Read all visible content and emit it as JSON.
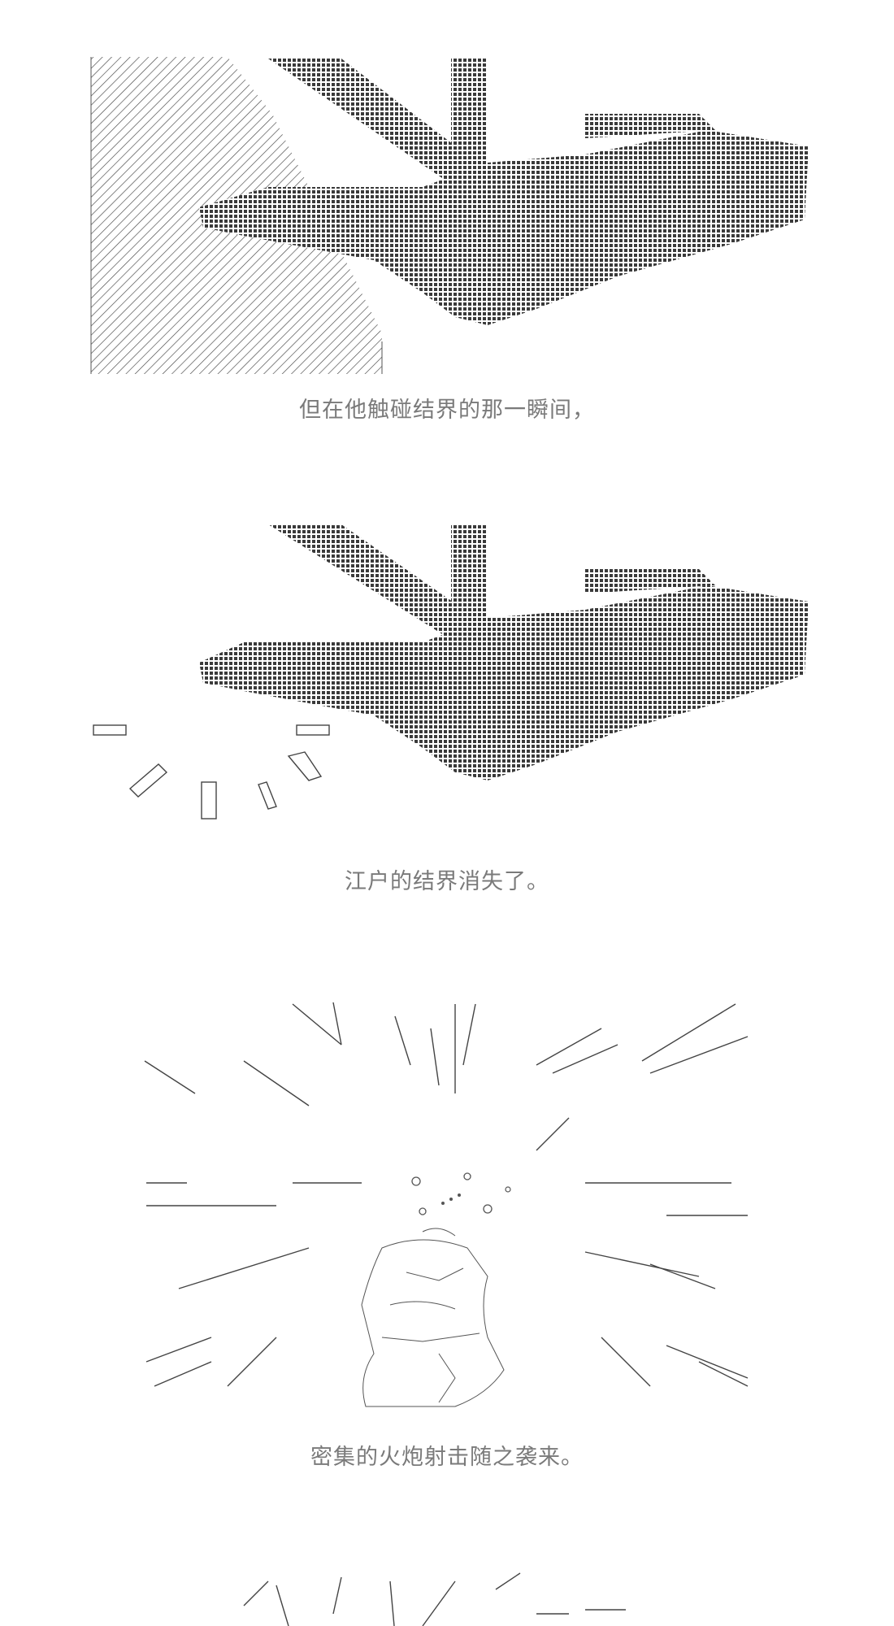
{
  "panels": [
    {
      "id": "panel-1",
      "caption": "但在他触碰结界的那一瞬间，"
    },
    {
      "id": "panel-2",
      "caption": "江户的结界消失了。"
    },
    {
      "id": "panel-3",
      "caption": "密集的火炮射击随之袭来。"
    }
  ],
  "colors": {
    "background": "#ffffff",
    "ink": "#3a3a3a",
    "caption": "#7a7a7a"
  }
}
